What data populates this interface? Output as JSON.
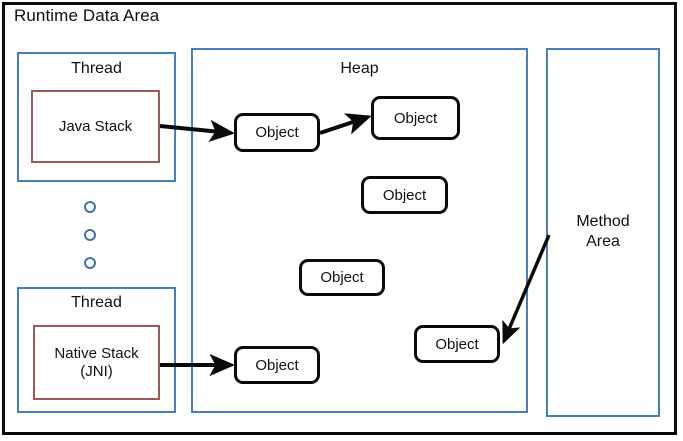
{
  "diagram": {
    "title": "Runtime Data Area",
    "regions": {
      "thread_top": {
        "label": "Thread",
        "stack": "Java Stack"
      },
      "thread_bottom": {
        "label": "Thread",
        "stack_line1": "Native Stack",
        "stack_line2": "(JNI)"
      },
      "heap": {
        "label": "Heap"
      },
      "method_area": {
        "line1": "Method",
        "line2": "Area"
      }
    },
    "objects": [
      {
        "label": "Object"
      },
      {
        "label": "Object"
      },
      {
        "label": "Object"
      },
      {
        "label": "Object"
      },
      {
        "label": "Object"
      },
      {
        "label": "Object"
      }
    ],
    "ellipsis_dots": 3,
    "colors": {
      "frame": "#0a0a0a",
      "region_border": "#4a7ebb",
      "stack_border": "#9c5b5b",
      "dot_border": "#3f72ad",
      "arrow": "#0a0a0a",
      "background": "#ffffff",
      "text": "#101010"
    },
    "arrows": [
      {
        "name": "java-stack-to-object-1"
      },
      {
        "name": "object-1-to-object-2"
      },
      {
        "name": "native-stack-to-object-6"
      },
      {
        "name": "method-area-to-object-5"
      }
    ]
  }
}
